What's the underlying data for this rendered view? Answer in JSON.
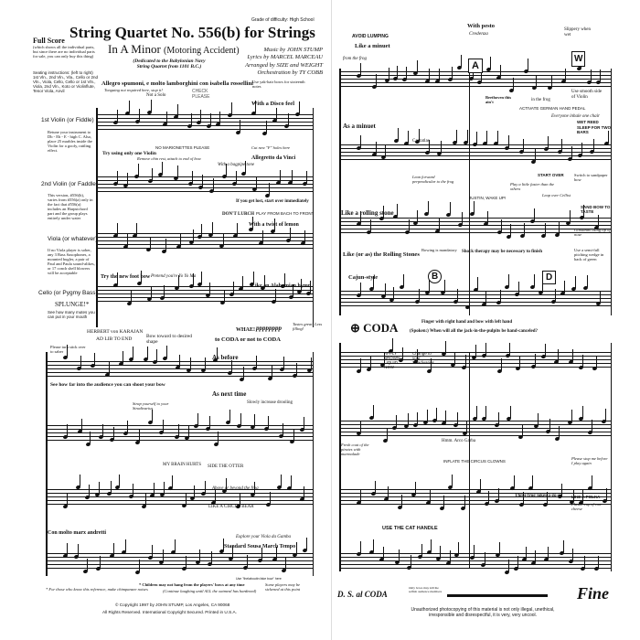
{
  "left": {
    "grade": "Grade of difficulty: High School",
    "title": "String Quartet No. 556(b) for Strings",
    "subtitle": "In A Minor",
    "subtitle_paren": "(Motoring Accident)",
    "dedication": "(Dedicated to the Babylonian Navy String Quartet from 1101 B.C.)",
    "credits": [
      "Music by JOHN STUMP",
      "Lyrics by MARCEL MARCEAU",
      "Arranged by SIZE and WEIGHT",
      "Orchestration by TY COBB"
    ],
    "full_score": "Full Score",
    "full_score_note": "(which shows all the individual parts, but since there are no individual parts for sale, you can only buy this thing)",
    "seating": "Seating instructions: (left to right) 1st Vln., 2nd Vln., Vla., Cello or 2nd Vln., Viola, Cello, Cello or 1st Vln., Viola, 2nd Vln., Koto or Violinflute, Tenor Viola, Anvil",
    "tempo": "Allegro spumoni, e molto lamborghini con isabella rossellini",
    "tonguing": "Tonguing not required here, stop it!",
    "yak": "Use yak-hair bows for sixteenth notes",
    "instruments": [
      {
        "name": "1st Violin (or Fiddle)",
        "note": "Retune your instrument to Db - Eb - E - high C. Also, place 25 marbles inside the Violin for a goofy, rattling effect."
      },
      {
        "name": "2nd Violin (or Faddle)",
        "note": "This version, #556(b), varies from #556(a) only in the fact that #556(a) includes an Harpsichord part and the group plays entirely under water"
      },
      {
        "name": "Viola (or whatever)",
        "note": "If no Viola player is sober, any 3 Bass Saxophones, a mounted bugler, a pair of Paul and Paula sound-alikes, or 17 conch shell blowers will be acceptable"
      },
      {
        "name": "Cello (or Pygmy Bass)",
        "note": ""
      }
    ],
    "splunge": "SPLUNGE!*",
    "splunge_note": "See how many mutes you can put in your mouth",
    "annotations": [
      "Not a Solo",
      "CHECK PLEASE",
      "With a Disco feel",
      "Try using only one Violin",
      "NO MARIONETTES PLEASE",
      "Remove chin rest, attach to end of bow",
      "With a bagpipe tone",
      "Allegretto da Vinci",
      "Cut new \"F\" holes here",
      "If you get lost, start over immediately",
      "DON'T LURCH",
      "PLAY FROM BACH TO FRONT",
      "With a twist of lemon",
      "Try the new foot bow",
      "Pretend you're Yo Yo Ma",
      "Like an Alabamian hymn",
      "WHAE!",
      "pppppppp",
      "Tastes great! Less filling!",
      "HERBERT von KARAJAN",
      "AD LIB TO END",
      "Bow toward to desired shape",
      "to CODA or not to CODA",
      "As before",
      "Please turn stick over to saber",
      "See how far into the audience you can shoot your bow",
      "Strap yourself to your Stradivarius",
      "As next time",
      "Slowly increase drooling",
      "MY BRAIN HURTS",
      "SIDE THE OTTER",
      "Above or beyond the frog",
      "LIKE A CIRCUS BEAR",
      "Explore your Viola da Gamba",
      "Con molto marx andretti",
      "Standard Sousa March Tempo"
    ],
    "footnote_left": "* For those who know this reference, make chimpanzee noises",
    "footnote_mid": "* Children may not hang from the players' bows at any time",
    "footnote_mid2": "(Continue laughing until ALL the oatmeal has hardened)",
    "footnote_right": "Use \"thelaboutin fake bow\" here",
    "footnote_right2": "Some players may be sickened at this point",
    "copyright": "© Copyright 1997 by JOHN STUMP, Los Angeles, CA 90068",
    "rights": "All Rights Reserved. International Copyright Secured. Printed in U.S.A."
  },
  "right": {
    "annotations": [
      "AVOID LUMPING",
      "Like a minuet",
      "from the frog",
      "With pesto",
      "Credenza",
      "Slippery when wet",
      "Beethoven this ain't",
      "in the frog",
      "ACTIVATE GERMAN HAND PEDAL",
      "Use smooth side of Violin",
      "Everyone inhale one chair",
      "WET REED",
      "SLEEP FOR TWO BARS",
      "As a minuet",
      "Cantatlas",
      "Like a rolling stone",
      "Lean forward perpendicular to the frog",
      "START OVER",
      "Play a little faster than the others",
      "Switch to sandpaper bow",
      "JUSTIN, WAKE UP!",
      "Leap over Cellist",
      "SAND BOW TO TASTE",
      "Like (or as) the Rolling Stones",
      "Bowing is mandatory",
      "Shock therapy may be necessary to finish",
      "Glissando using tip of nose",
      "Use a semi-full pitching wedge in back of green",
      "Cajun-style",
      "Finger with right hand and bow with left hand",
      "(Spoken:) When will all the jack-in-the-pulpits be hand-canceled?",
      "APPLY BROWN LIQUID NOW",
      "Change to your Stradivarius",
      "Hmm. Arco Garba",
      "INFLATE THE CIRCUS CLOWNS",
      "Please stop me before I play again",
      "Plastic cup of raw cheese",
      "LIKE A POLKA",
      "USE THE CAT HANDLE",
      "Fresh coat of the pirates with marmalade",
      "Three frog jokes a-go-go"
    ],
    "coda": "CODA",
    "rehearsal": [
      "A",
      "W",
      "B",
      "D"
    ],
    "ds": "D. S. al CODA",
    "fine": "Fine",
    "fmp_note": "Only bows may kill the selfish audience members",
    "warning": "Unauthorized photocopying of this material is not only illegal, unethical, irresponsible and disrespectful, it is very, very uncool."
  }
}
